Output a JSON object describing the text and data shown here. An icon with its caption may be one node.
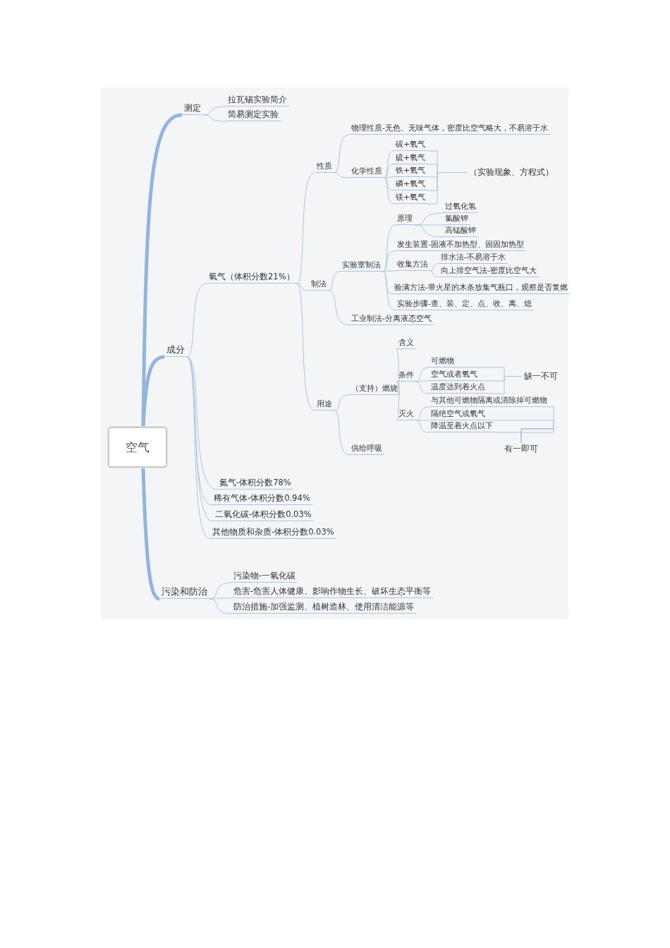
{
  "diagram": {
    "nodes": [
      {
        "text": [
          "空气"
        ]
      },
      {
        "text": [
          "测定"
        ]
      },
      {
        "text": [
          "拉瓦锡实验简介"
        ]
      },
      {
        "text": [
          "简易测定实验"
        ]
      },
      {
        "text": [
          "成分"
        ]
      },
      {
        "text": [
          "氧气（体积分数21%）"
        ]
      },
      {
        "text": [
          "性质"
        ]
      },
      {
        "text": [
          "物理性质-无色、无味气体，密度比空气略大，不易溶于水"
        ]
      },
      {
        "text": [
          "化学性质"
        ]
      },
      {
        "text": [
          "碳+氧气"
        ]
      },
      {
        "text": [
          "硫+氧气"
        ]
      },
      {
        "text": [
          "铁+氧气"
        ]
      },
      {
        "text": [
          "磷+氧气"
        ]
      },
      {
        "text": [
          "镁+氧气"
        ]
      },
      {
        "text": [
          "（实验现象、方程式）"
        ]
      },
      {
        "text": [
          "制法"
        ]
      },
      {
        "text": [
          "实验室制法"
        ]
      },
      {
        "text": [
          "原理"
        ]
      },
      {
        "text": [
          "过氧化氢"
        ]
      },
      {
        "text": [
          "氯酸钾"
        ]
      },
      {
        "text": [
          "高锰酸钾"
        ]
      },
      {
        "text": [
          "发生装置-固液不加热型、固固加热型"
        ]
      },
      {
        "text": [
          "收集方法"
        ]
      },
      {
        "text": [
          "排水法-不易溶于水"
        ]
      },
      {
        "text": [
          "向上排空气法-密度比空气大"
        ]
      },
      {
        "text": [
          "验满方法-带火星的木条放集气瓶口，观察是否复燃"
        ]
      },
      {
        "text": [
          "实验步骤-查、装、定、点、收、离、熄"
        ]
      },
      {
        "text": [
          "工业制法-分离液态空气"
        ]
      },
      {
        "text": [
          "用途"
        ]
      },
      {
        "text": [
          "（支持）燃烧"
        ]
      },
      {
        "text": [
          "含义"
        ]
      },
      {
        "text": [
          "条件"
        ]
      },
      {
        "text": [
          "可燃物"
        ]
      },
      {
        "text": [
          "空气或者氧气"
        ]
      },
      {
        "text": [
          "温度达到着火点"
        ]
      },
      {
        "text": [
          "缺一不可"
        ]
      },
      {
        "text": [
          "灭火"
        ]
      },
      {
        "text": [
          "与其他可燃物隔离或清除掉可燃物"
        ]
      },
      {
        "text": [
          "隔绝空气或氧气"
        ]
      },
      {
        "text": [
          "降温至着火点以下"
        ]
      },
      {
        "text": [
          "有一即可"
        ]
      },
      {
        "text": [
          "供给呼吸"
        ]
      },
      {
        "text": [
          "氮气-体积分数78%"
        ]
      },
      {
        "text": [
          "稀有气体-体积分数0.94%"
        ]
      },
      {
        "text": [
          "二氧化碳-体积分数0.03%"
        ]
      },
      {
        "text": [
          "其他物质和杂质-体积分数0.03%"
        ]
      },
      {
        "text": [
          "污染和防治"
        ]
      },
      {
        "text": [
          "污染物-一氧化碳"
        ]
      },
      {
        "text": [
          "危害-危害人体健康、影响作物生长、破坏生态平衡等"
        ]
      },
      {
        "text": [
          "防治措施-加强监测、植树造林、使用清洁能源等"
        ]
      }
    ],
    "edges": [
      {
        "from": 0,
        "to": 1,
        "arrow": "none",
        "style": "thick"
      },
      {
        "from": 0,
        "to": 4,
        "arrow": "none",
        "style": "thick"
      },
      {
        "from": 0,
        "to": 46,
        "arrow": "none",
        "style": "thick"
      },
      {
        "from": 1,
        "to": 2,
        "arrow": "none"
      },
      {
        "from": 1,
        "to": 3,
        "arrow": "none"
      },
      {
        "from": 4,
        "to": 5,
        "arrow": "none"
      },
      {
        "from": 4,
        "to": 42,
        "arrow": "none"
      },
      {
        "from": 4,
        "to": 43,
        "arrow": "none"
      },
      {
        "from": 4,
        "to": 44,
        "arrow": "none"
      },
      {
        "from": 4,
        "to": 45,
        "arrow": "none"
      },
      {
        "from": 5,
        "to": 6,
        "arrow": "none"
      },
      {
        "from": 5,
        "to": 15,
        "arrow": "none"
      },
      {
        "from": 5,
        "to": 28,
        "arrow": "none"
      },
      {
        "from": 6,
        "to": 7,
        "arrow": "none"
      },
      {
        "from": 6,
        "to": 8,
        "arrow": "none"
      },
      {
        "from": 8,
        "to": 9,
        "arrow": "none"
      },
      {
        "from": 8,
        "to": 10,
        "arrow": "none"
      },
      {
        "from": 8,
        "to": 11,
        "arrow": "none"
      },
      {
        "from": 8,
        "to": 12,
        "arrow": "none"
      },
      {
        "from": 8,
        "to": 13,
        "arrow": "none"
      },
      {
        "from": 9,
        "to": 14,
        "arrow": "none"
      },
      {
        "from": 10,
        "to": 14,
        "arrow": "none"
      },
      {
        "from": 11,
        "to": 14,
        "arrow": "none"
      },
      {
        "from": 12,
        "to": 14,
        "arrow": "none"
      },
      {
        "from": 13,
        "to": 14,
        "arrow": "none"
      },
      {
        "from": 15,
        "to": 16,
        "arrow": "none"
      },
      {
        "from": 15,
        "to": 27,
        "arrow": "none"
      },
      {
        "from": 16,
        "to": 17,
        "arrow": "none"
      },
      {
        "from": 16,
        "to": 21,
        "arrow": "none"
      },
      {
        "from": 16,
        "to": 22,
        "arrow": "none"
      },
      {
        "from": 16,
        "to": 25,
        "arrow": "none"
      },
      {
        "from": 16,
        "to": 26,
        "arrow": "none"
      },
      {
        "from": 17,
        "to": 18,
        "arrow": "none"
      },
      {
        "from": 17,
        "to": 19,
        "arrow": "none"
      },
      {
        "from": 17,
        "to": 20,
        "arrow": "none"
      },
      {
        "from": 22,
        "to": 23,
        "arrow": "none"
      },
      {
        "from": 22,
        "to": 24,
        "arrow": "none"
      },
      {
        "from": 28,
        "to": 29,
        "arrow": "none"
      },
      {
        "from": 28,
        "to": 41,
        "arrow": "none"
      },
      {
        "from": 29,
        "to": 30,
        "arrow": "none"
      },
      {
        "from": 29,
        "to": 31,
        "arrow": "none"
      },
      {
        "from": 29,
        "to": 36,
        "arrow": "none"
      },
      {
        "from": 31,
        "to": 32,
        "arrow": "none"
      },
      {
        "from": 31,
        "to": 33,
        "arrow": "none"
      },
      {
        "from": 31,
        "to": 34,
        "arrow": "none"
      },
      {
        "from": 32,
        "to": 35,
        "arrow": "none"
      },
      {
        "from": 33,
        "to": 35,
        "arrow": "none"
      },
      {
        "from": 34,
        "to": 35,
        "arrow": "none"
      },
      {
        "from": 36,
        "to": 37,
        "arrow": "none"
      },
      {
        "from": 36,
        "to": 38,
        "arrow": "none"
      },
      {
        "from": 36,
        "to": 39,
        "arrow": "none"
      },
      {
        "from": 37,
        "to": 40,
        "arrow": "none"
      },
      {
        "from": 38,
        "to": 40,
        "arrow": "none"
      },
      {
        "from": 39,
        "to": 40,
        "arrow": "none"
      },
      {
        "from": 46,
        "to": 47,
        "arrow": "none"
      },
      {
        "from": 46,
        "to": 48,
        "arrow": "none"
      },
      {
        "from": 46,
        "to": 49,
        "arrow": "none"
      }
    ]
  }
}
